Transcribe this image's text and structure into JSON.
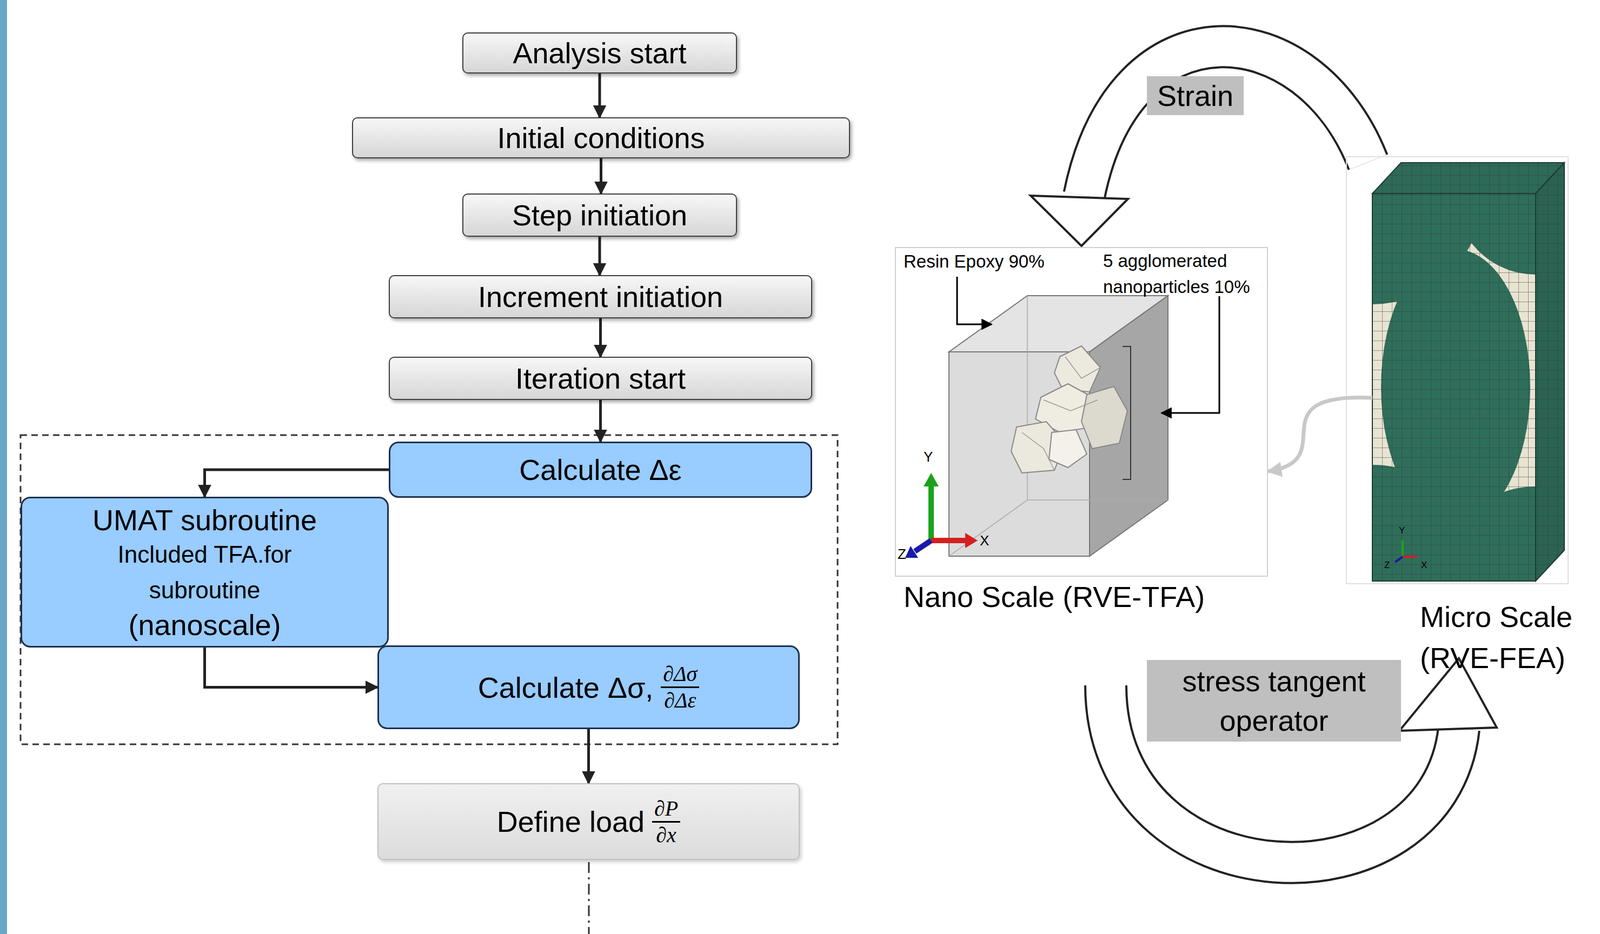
{
  "diagram": {
    "nodes": [
      {
        "text": [
          "Analysis start"
        ]
      },
      {
        "text": [
          "Initial conditions"
        ]
      },
      {
        "text": [
          "Step initiation"
        ]
      },
      {
        "text": [
          "Increment initiation"
        ]
      },
      {
        "text": [
          "Iteration start"
        ]
      },
      {
        "text": [
          "Calculate Δε"
        ]
      },
      {
        "text": [
          "UMAT subroutine",
          "Included TFA.for subroutine",
          "(nanoscale)"
        ]
      },
      {
        "text": [
          "Calculate Δσ,",
          "∂Δσ",
          "∂Δε"
        ]
      },
      {
        "text": [
          "Define load",
          "∂P",
          "∂x"
        ]
      },
      {
        "text": [
          "Resin Epoxy 90%",
          "5 agglomerated nanoparticles 10%",
          "Nano Scale (RVE-TFA)"
        ]
      },
      {
        "text": [
          "Micro Scale (RVE-FEA)"
        ]
      },
      {
        "text": [
          "Strain"
        ]
      },
      {
        "text": [
          "stress tangent operator"
        ]
      }
    ],
    "edges": [
      {
        "from": 0,
        "to": 1,
        "arrow": "to"
      },
      {
        "from": 1,
        "to": 2,
        "arrow": "to"
      },
      {
        "from": 2,
        "to": 3,
        "arrow": "to"
      },
      {
        "from": 3,
        "to": 4,
        "arrow": "to"
      },
      {
        "from": 4,
        "to": 5,
        "arrow": "to"
      },
      {
        "from": 5,
        "to": 6,
        "arrow": "to"
      },
      {
        "from": 6,
        "to": 7,
        "arrow": "to"
      },
      {
        "from": 7,
        "to": 8,
        "arrow": "to"
      },
      {
        "from": 10,
        "to": 9,
        "arrow": "to"
      }
    ],
    "labels": [
      "Y",
      "X",
      "Z",
      "Y",
      "Z",
      "X"
    ]
  }
}
